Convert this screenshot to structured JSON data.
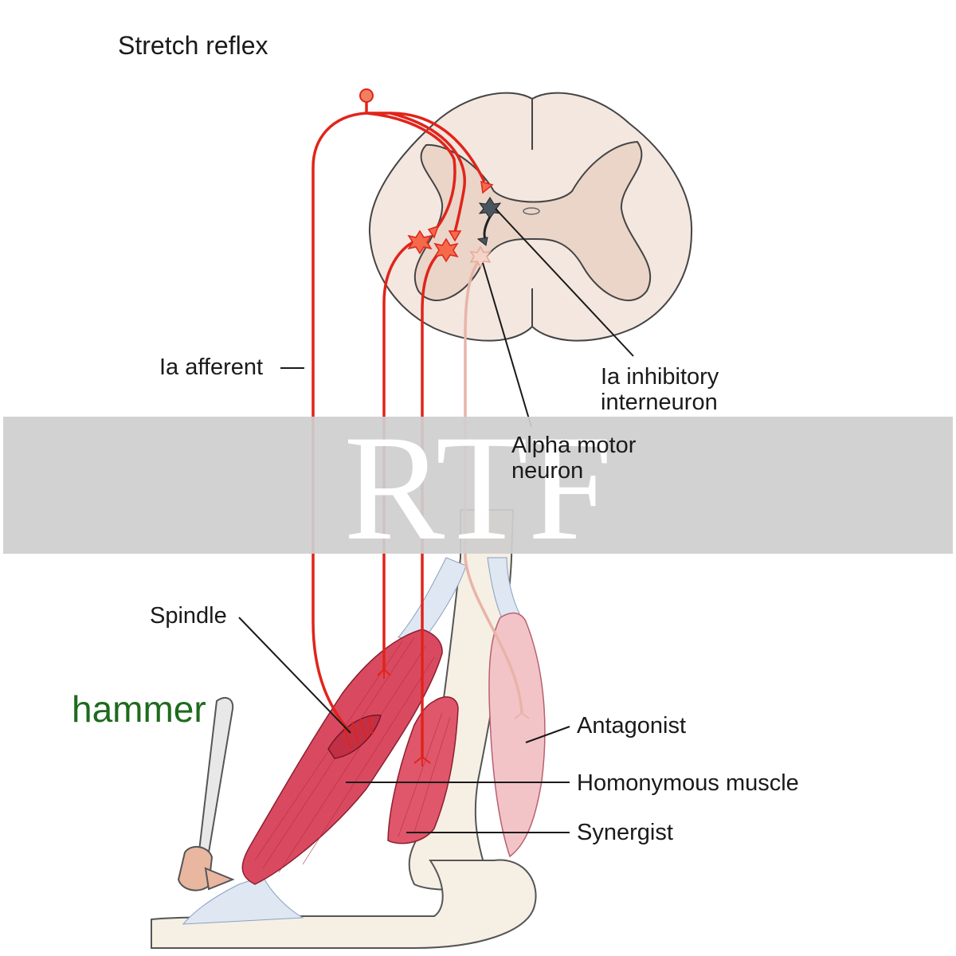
{
  "title": "Stretch reflex",
  "labels": {
    "ia_afferent": "Ia afferent",
    "ia_inhibitory_line1": "Ia inhibitory",
    "ia_inhibitory_line2": "interneuron",
    "alpha_motor_line1": "Alpha motor",
    "alpha_motor_line2": "neuron",
    "spindle": "Spindle",
    "hammer": "hammer",
    "antagonist": "Antagonist",
    "homonymous": "Homonymous muscle",
    "synergist": "Synergist"
  },
  "watermark": {
    "text": "RTF"
  },
  "colors": {
    "nerve": "#e0241b",
    "muscle": "#d94a60",
    "antagonist_muscle": "#f2c4c8",
    "spinal_cord": "#f3e7e0",
    "gray_matter": "#ead5c8",
    "bone": "#f6efe4",
    "interneuron": "#4a5560",
    "hammer_label": "#1f6a1f",
    "watermark_band": "#cfcfcf"
  }
}
